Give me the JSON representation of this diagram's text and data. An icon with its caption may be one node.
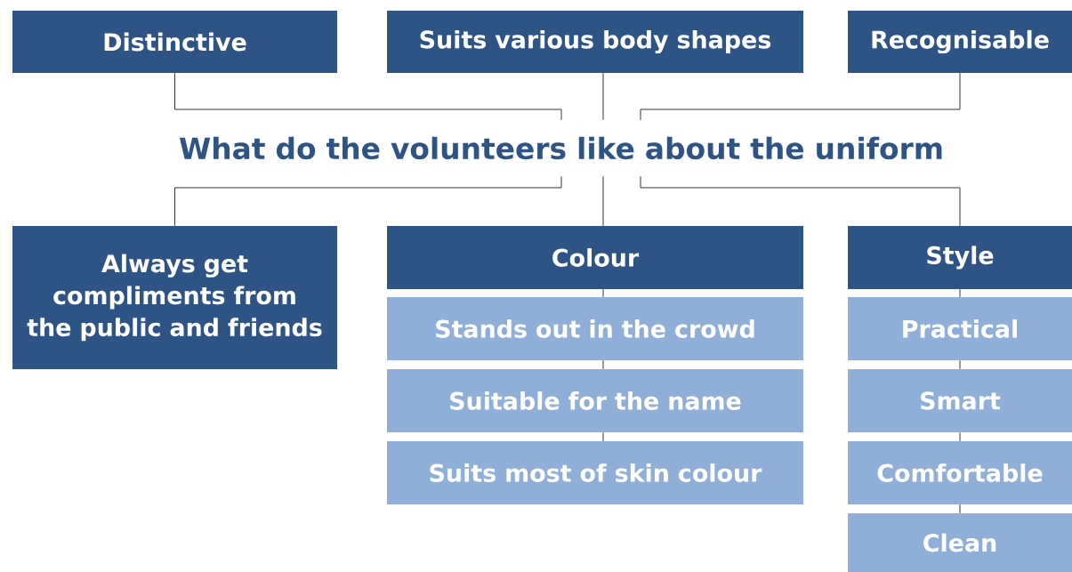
{
  "diagram": {
    "nodes": [
      {
        "text": [
          "Distinctive"
        ]
      },
      {
        "text": [
          "Suits various body shapes"
        ]
      },
      {
        "text": [
          "Recognisable"
        ]
      },
      {
        "text": [
          "What do the volunteers like about the uniform"
        ]
      },
      {
        "text": [
          "Always get compliments from the public and friends"
        ]
      },
      {
        "text": [
          "Colour"
        ]
      },
      {
        "text": [
          "Stands out in the crowd"
        ]
      },
      {
        "text": [
          "Suitable for the name"
        ]
      },
      {
        "text": [
          "Suits most of skin colour"
        ]
      },
      {
        "text": [
          "Style"
        ]
      },
      {
        "text": [
          "Practical"
        ]
      },
      {
        "text": [
          "Smart"
        ]
      },
      {
        "text": [
          "Comfortable"
        ]
      },
      {
        "text": [
          "Clean"
        ]
      }
    ],
    "edges": [
      {
        "from": 0,
        "to": 3,
        "arrow": "none"
      },
      {
        "from": 1,
        "to": 3,
        "arrow": "none"
      },
      {
        "from": 2,
        "to": 3,
        "arrow": "none"
      },
      {
        "from": 3,
        "to": 4,
        "arrow": "none"
      },
      {
        "from": 3,
        "to": 5,
        "arrow": "none"
      },
      {
        "from": 3,
        "to": 9,
        "arrow": "none"
      },
      {
        "from": 5,
        "to": 6,
        "arrow": "none"
      },
      {
        "from": 6,
        "to": 7,
        "arrow": "none"
      },
      {
        "from": 7,
        "to": 8,
        "arrow": "none"
      },
      {
        "from": 9,
        "to": 10,
        "arrow": "none"
      },
      {
        "from": 10,
        "to": 11,
        "arrow": "none"
      },
      {
        "from": 11,
        "to": 12,
        "arrow": "none"
      },
      {
        "from": 12,
        "to": 13,
        "arrow": "none"
      }
    ]
  }
}
